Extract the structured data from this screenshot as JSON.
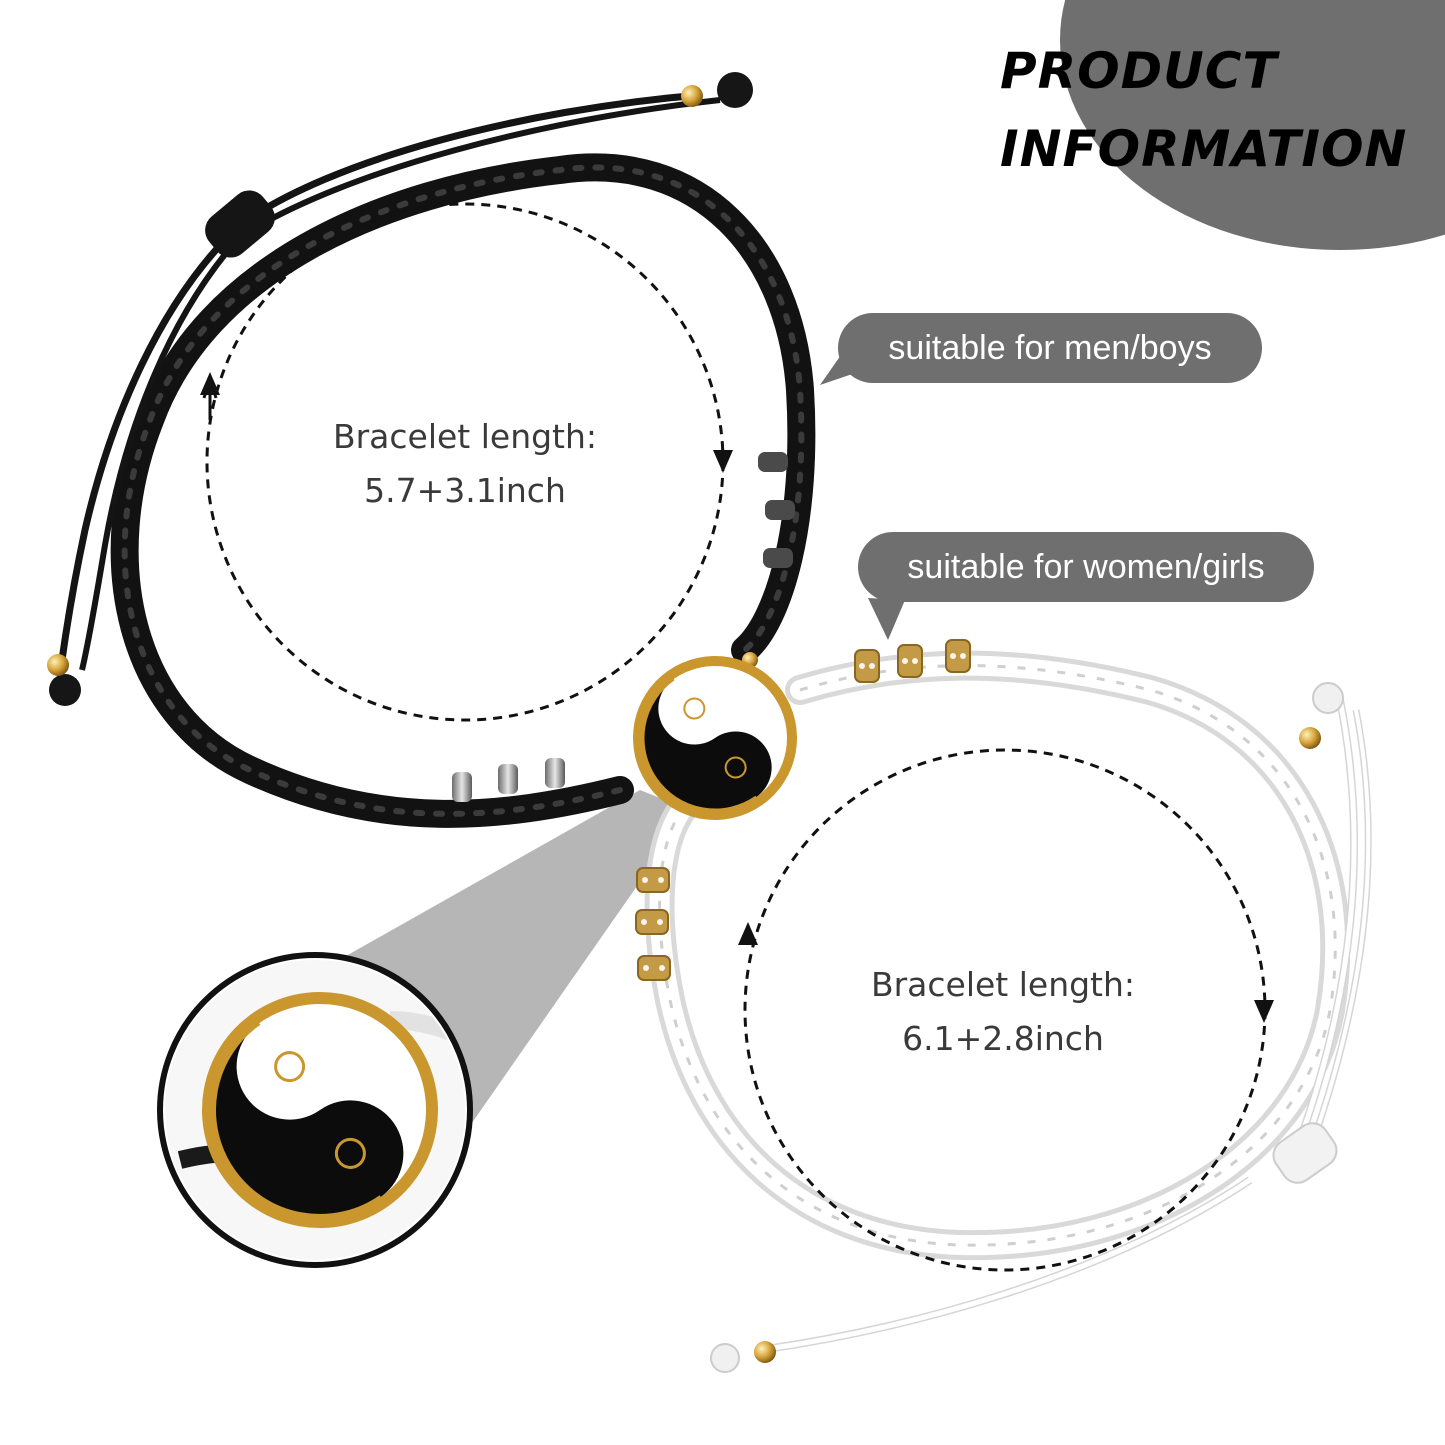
{
  "header": {
    "line1": "PRODUCT",
    "line2": "INFORMATION"
  },
  "bubbles": {
    "men": "suitable for men/boys",
    "women": "suitable for women/girls"
  },
  "black_bracelet": {
    "label": "Bracelet length:",
    "size": "5.7+3.1inch"
  },
  "white_bracelet": {
    "label": "Bracelet length:",
    "size": "6.1+2.8inch"
  },
  "colors": {
    "bubble": "#6f6f6f",
    "cord_black": "#141414",
    "cord_white": "#f4f4f4",
    "gold": "#c9972e"
  }
}
